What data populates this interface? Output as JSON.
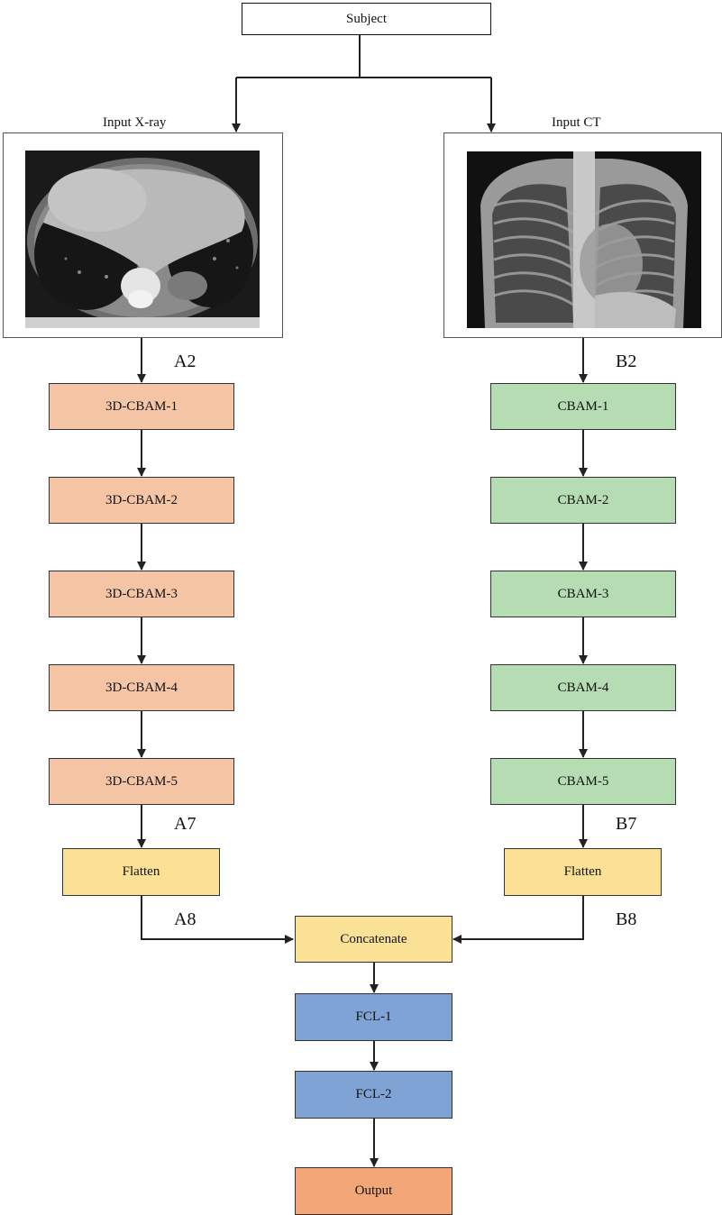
{
  "nodes": {
    "subject": "Subject",
    "left_caption": "Input X-ray",
    "right_caption": "Input CT",
    "left_blocks": [
      "3D-CBAM-1",
      "3D-CBAM-2",
      "3D-CBAM-3",
      "3D-CBAM-4",
      "3D-CBAM-5"
    ],
    "right_blocks": [
      "CBAM-1",
      "CBAM-2",
      "CBAM-3",
      "CBAM-4",
      "CBAM-5"
    ],
    "left_flatten": "Flatten",
    "right_flatten": "Flatten",
    "concatenate": "Concatenate",
    "fcl1": "FCL-1",
    "fcl2": "FCL-2",
    "output": "Output"
  },
  "edge_labels": {
    "a2": "A2",
    "a7": "A7",
    "a8": "A8",
    "b2": "B2",
    "b7": "B7",
    "b8": "B8"
  },
  "colors": {
    "left_branch": "#f6c5a5",
    "right_branch": "#b6dcb4",
    "flatten": "#fbe195",
    "fcl": "#7fa3d4",
    "output": "#f3a677"
  },
  "images": {
    "left": "axial-ct-slice-image",
    "right": "chest-x-ray-image"
  }
}
